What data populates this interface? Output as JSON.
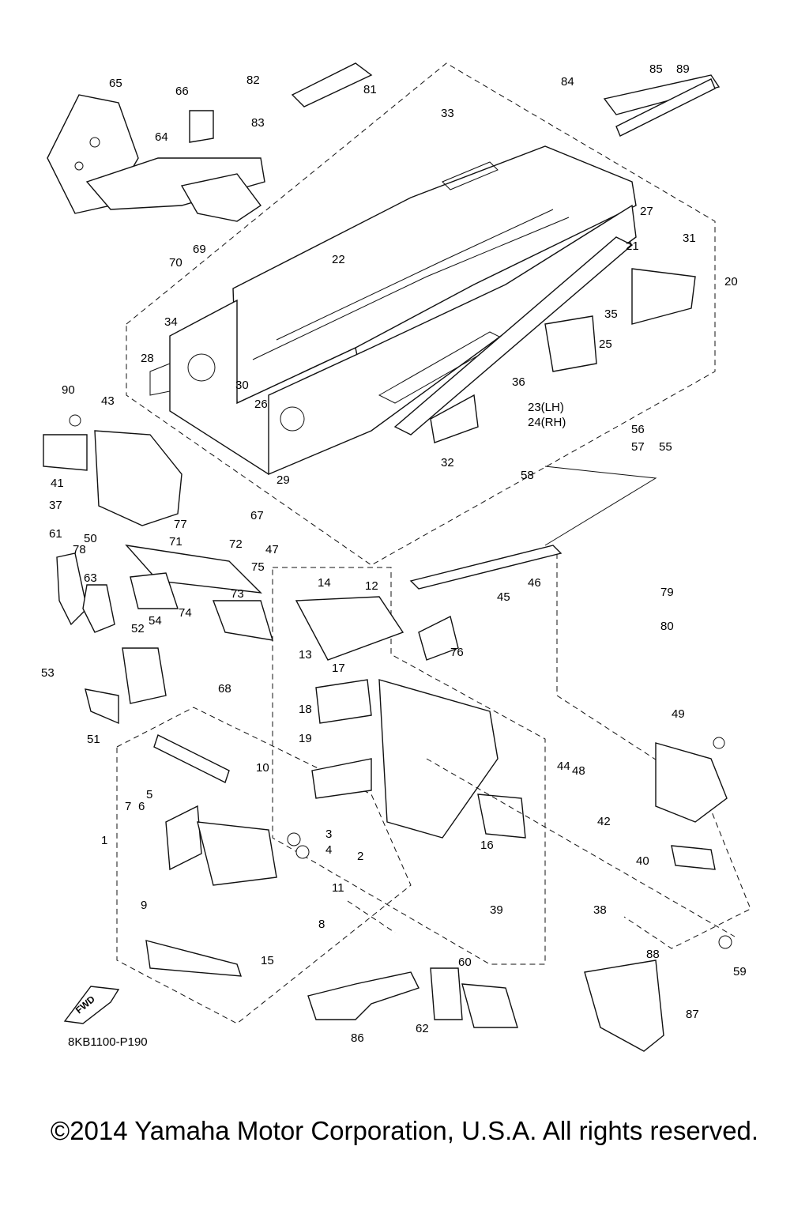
{
  "diagram_code": "8KB1100-P190",
  "fwd_label": "FWD",
  "copyright": "©2014 Yamaha Motor Corporation, U.S.A. All rights reserved.",
  "callouts": [
    "1",
    "2",
    "3",
    "4",
    "5",
    "6",
    "7",
    "8",
    "9",
    "10",
    "11",
    "12",
    "13",
    "14",
    "15",
    "16",
    "17",
    "18",
    "19",
    "20",
    "21",
    "22",
    "23(LH)",
    "24(RH)",
    "25",
    "26",
    "27",
    "28",
    "29",
    "30",
    "31",
    "32",
    "33",
    "34",
    "35",
    "36",
    "37",
    "38",
    "39",
    "40",
    "41",
    "42",
    "43",
    "44",
    "45",
    "46",
    "47",
    "48",
    "49",
    "50",
    "51",
    "52",
    "53",
    "54",
    "55",
    "56",
    "57",
    "58",
    "59",
    "60",
    "61",
    "62",
    "63",
    "64",
    "65",
    "66",
    "67",
    "68",
    "69",
    "70",
    "71",
    "72",
    "73",
    "74",
    "75",
    "76",
    "77",
    "78",
    "79",
    "80",
    "81",
    "82",
    "83",
    "84",
    "85",
    "86",
    "87",
    "88",
    "89",
    "90"
  ]
}
